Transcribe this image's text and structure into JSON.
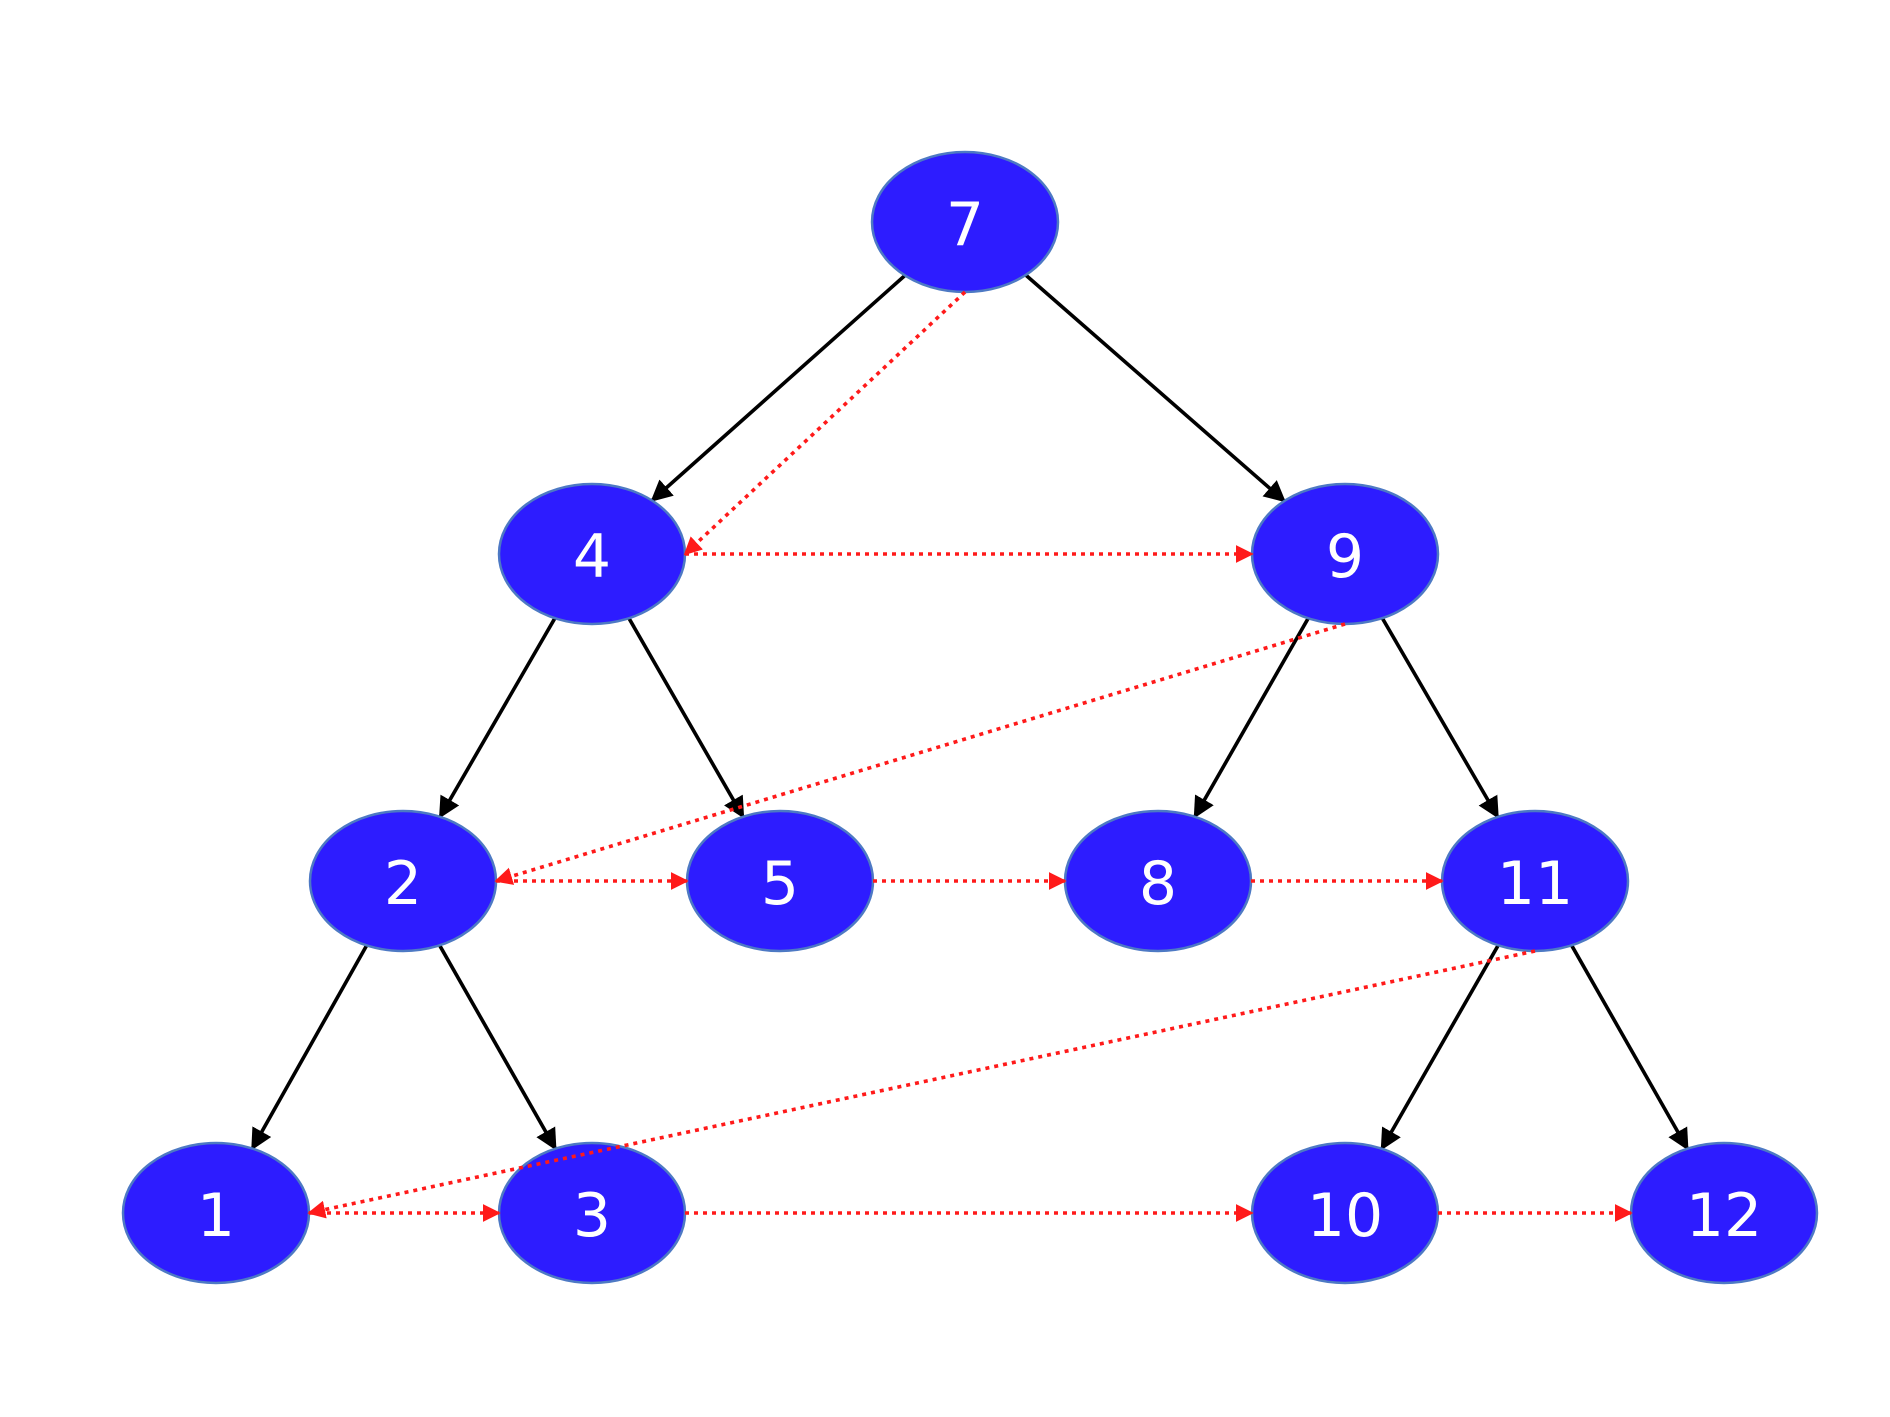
{
  "diagram": {
    "type": "binary-search-tree-level-order-traversal",
    "colors": {
      "node_fill": "#2d1cff",
      "node_border": "#4d79c4",
      "label": "#ffffff",
      "tree_edge": "#000000",
      "traversal_edge": "#ff1a1a"
    },
    "nodes": [
      {
        "id": "n7",
        "label": "7"
      },
      {
        "id": "n4",
        "label": "4"
      },
      {
        "id": "n9",
        "label": "9"
      },
      {
        "id": "n2",
        "label": "2"
      },
      {
        "id": "n5",
        "label": "5"
      },
      {
        "id": "n8",
        "label": "8"
      },
      {
        "id": "n11",
        "label": "11"
      },
      {
        "id": "n1",
        "label": "1"
      },
      {
        "id": "n3",
        "label": "3"
      },
      {
        "id": "n10",
        "label": "10"
      },
      {
        "id": "n12",
        "label": "12"
      }
    ],
    "tree_edges": [
      {
        "from": "n7",
        "to": "n4"
      },
      {
        "from": "n7",
        "to": "n9"
      },
      {
        "from": "n4",
        "to": "n2"
      },
      {
        "from": "n4",
        "to": "n5"
      },
      {
        "from": "n9",
        "to": "n8"
      },
      {
        "from": "n9",
        "to": "n11"
      },
      {
        "from": "n2",
        "to": "n1"
      },
      {
        "from": "n2",
        "to": "n3"
      },
      {
        "from": "n11",
        "to": "n10"
      },
      {
        "from": "n11",
        "to": "n12"
      }
    ],
    "traversal_order": [
      "n7",
      "n4",
      "n9",
      "n2",
      "n5",
      "n8",
      "n11",
      "n1",
      "n3",
      "n10",
      "n12"
    ]
  }
}
